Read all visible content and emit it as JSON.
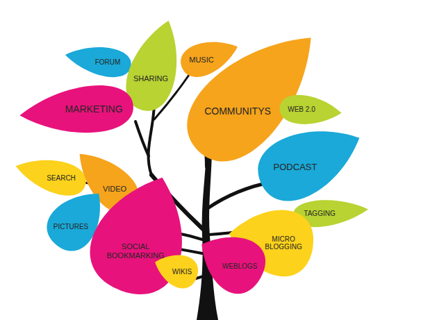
{
  "diagram": {
    "nodes": [
      {
        "text": [
          "FORUM"
        ]
      },
      {
        "text": [
          "SHARING"
        ]
      },
      {
        "text": [
          "MUSIC"
        ]
      },
      {
        "text": [
          "MARKETING"
        ]
      },
      {
        "text": [
          "COMMUNITYS"
        ]
      },
      {
        "text": [
          "WEB 2.0"
        ]
      },
      {
        "text": [
          "SEARCH"
        ]
      },
      {
        "text": [
          "VIDEO"
        ]
      },
      {
        "text": [
          "PODCAST"
        ]
      },
      {
        "text": [
          "TAGGING"
        ]
      },
      {
        "text": [
          "PICTURES"
        ]
      },
      {
        "text": [
          "SOCIAL BOOKMARKING"
        ]
      },
      {
        "text": [
          "MICRO BLOGGING"
        ]
      },
      {
        "text": [
          "WIKIS"
        ]
      },
      {
        "text": [
          "WEBLOGS"
        ]
      }
    ]
  }
}
